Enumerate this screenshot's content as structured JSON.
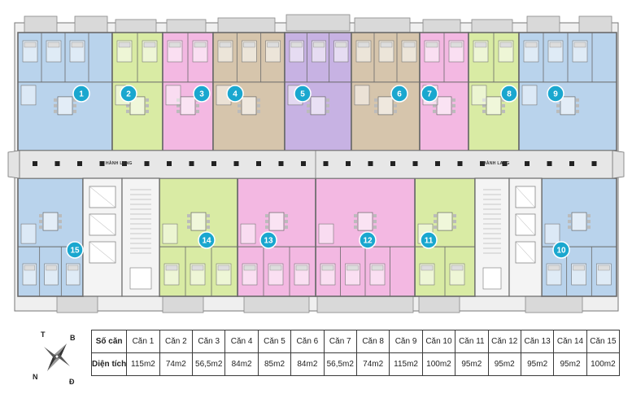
{
  "corridor_label": "HÀNH LANG",
  "units": [
    {
      "no": "1",
      "color": "#b9d3ec"
    },
    {
      "no": "2",
      "color": "#d9eba4"
    },
    {
      "no": "3",
      "color": "#f3b8e2"
    },
    {
      "no": "4",
      "color": "#d6c5ac"
    },
    {
      "no": "5",
      "color": "#c7b2e3"
    },
    {
      "no": "6",
      "color": "#d6c5ac"
    },
    {
      "no": "7",
      "color": "#f3b8e2"
    },
    {
      "no": "8",
      "color": "#d9eba4"
    },
    {
      "no": "9",
      "color": "#b9d3ec"
    },
    {
      "no": "10",
      "color": "#b9d3ec"
    },
    {
      "no": "11",
      "color": "#d9eba4"
    },
    {
      "no": "12",
      "color": "#f3b8e2"
    },
    {
      "no": "13",
      "color": "#f3b8e2"
    },
    {
      "no": "14",
      "color": "#d9eba4"
    },
    {
      "no": "15",
      "color": "#b9d3ec"
    }
  ],
  "compass": {
    "t": "T",
    "b": "B",
    "n": "N",
    "d": "Đ"
  },
  "table": {
    "row1_header": "Số căn",
    "row2_header": "Diện tích",
    "apartments": [
      "Căn 1",
      "Căn 2",
      "Căn 3",
      "Căn 4",
      "Căn 5",
      "Căn 6",
      "Căn 7",
      "Căn 8",
      "Căn 9",
      "Căn 10",
      "Căn 11",
      "Căn 12",
      "Căn 13",
      "Căn 14",
      "Căn 15"
    ],
    "areas": [
      "115m2",
      "74m2",
      "56,5m2",
      "84m2",
      "85m2",
      "84m2",
      "56,5m2",
      "74m2",
      "115m2",
      "100m2",
      "95m2",
      "95m2",
      "95m2",
      "95m2",
      "100m2"
    ]
  },
  "colors": {
    "wall": "#6a6a6a",
    "corridor": "#e7e7e7",
    "balcony": "#d9d9d9",
    "badge": "#1aa7cf",
    "core": "#f4f4f4"
  }
}
